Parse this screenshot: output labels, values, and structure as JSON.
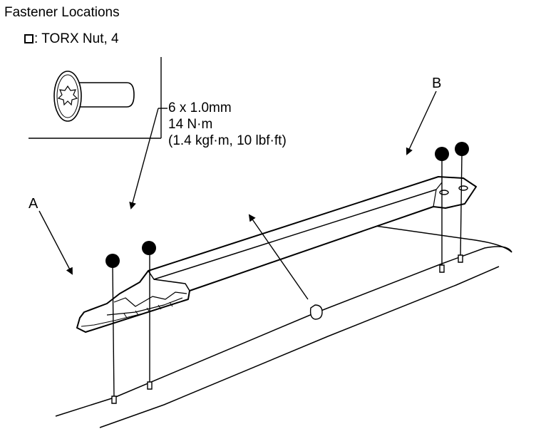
{
  "title": "Fastener Locations",
  "legend": {
    "symbol": "square-icon",
    "text": ": TORX Nut, 4"
  },
  "spec": {
    "thread": "6 x 1.0mm",
    "torque_nm": "14 N·m",
    "torque_alt": "(1.4 kgf·m, 10 lbf·ft)"
  },
  "callouts": {
    "a": "A",
    "b": "B"
  }
}
